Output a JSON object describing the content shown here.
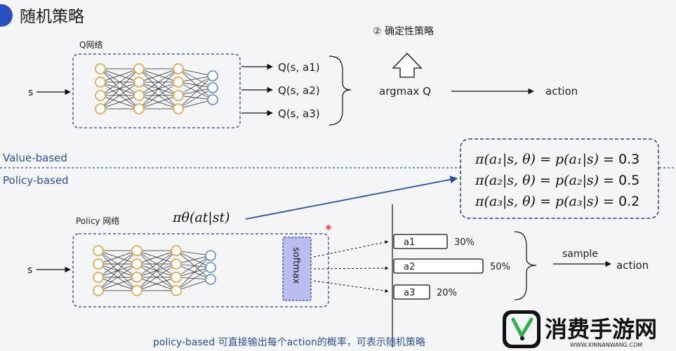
{
  "header": {
    "title": "随机策略"
  },
  "top": {
    "network_label": "Q网络",
    "input": "s",
    "outputs": [
      "Q(s, a1)",
      "Q(s, a2)",
      "Q(s, a3)"
    ],
    "deterministic_label": "② 确定性策略",
    "argmax_label": "argmax Q",
    "action_label": "action"
  },
  "divider": {
    "value_based": "Value-based",
    "policy_based": "Policy-based"
  },
  "formulas": [
    {
      "lhs": "π(a₁|s, θ) = p(a₁|s)",
      "val": " = 0.3"
    },
    {
      "lhs": "π(a₂|s, θ) = p(a₂|s)",
      "val": " = 0.5"
    },
    {
      "lhs": "π(a₃|s, θ) = p(a₃|s)",
      "val": " = 0.2"
    }
  ],
  "bottom": {
    "network_label": "Policy 网络",
    "policy_formula": "πθ(at|st)",
    "input": "s",
    "softmax_label": "softmax",
    "actions": [
      {
        "name": "a1",
        "prob": "30%",
        "fraction": 0.3
      },
      {
        "name": "a2",
        "prob": "50%",
        "fraction": 0.5
      },
      {
        "name": "a3",
        "prob": "20%",
        "fraction": 0.2
      }
    ],
    "sample_label": "sample",
    "action_label": "action"
  },
  "footer": {
    "caption": "policy-based 可直接输出每个action的概率，可表示随机策略"
  },
  "watermark": {
    "brand": "消费手游网",
    "url": "WWW.XINNANWANG.COM"
  },
  "colors": {
    "node_orange": "#e8a040",
    "node_blue": "#5a8cc8",
    "dash_blue": "#2c3e8c",
    "softmax_fill": "#b9bdf0",
    "accent_blue": "#2a4fa0"
  }
}
